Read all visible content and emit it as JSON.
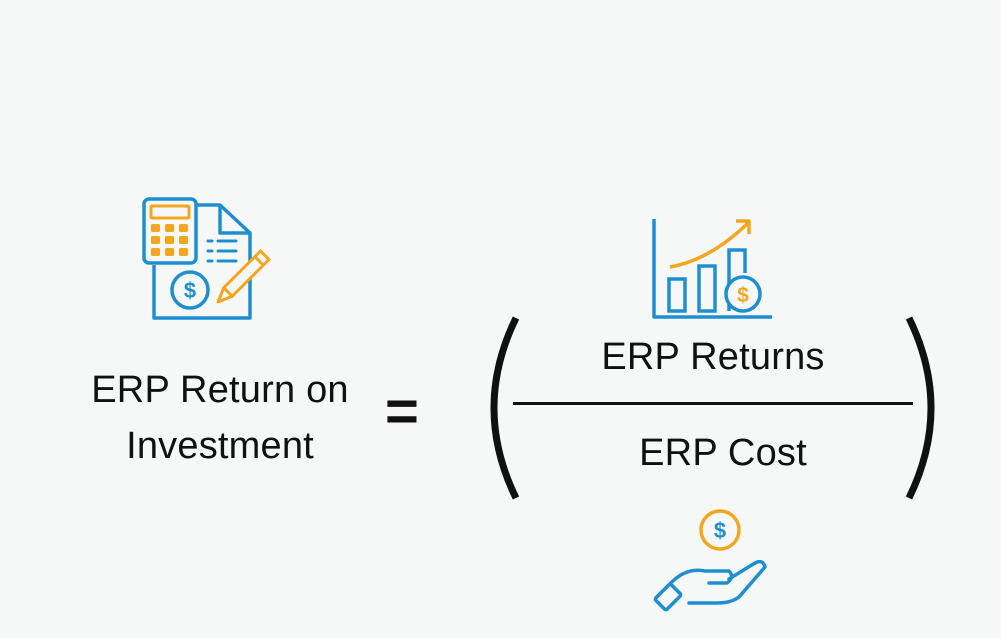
{
  "formula": {
    "left_side": [
      "ERP Return on",
      "Investment"
    ],
    "operator": "=",
    "numerator": "ERP Returns",
    "denominator": "ERP Cost"
  },
  "icons": {
    "investment": "calculator-document-icon",
    "returns": "growth-chart-icon",
    "cost": "hand-coin-icon"
  },
  "colors": {
    "blue": "#1d8fd1",
    "orange": "#f4a620",
    "text": "#111111",
    "background": "#f6f8f8"
  }
}
